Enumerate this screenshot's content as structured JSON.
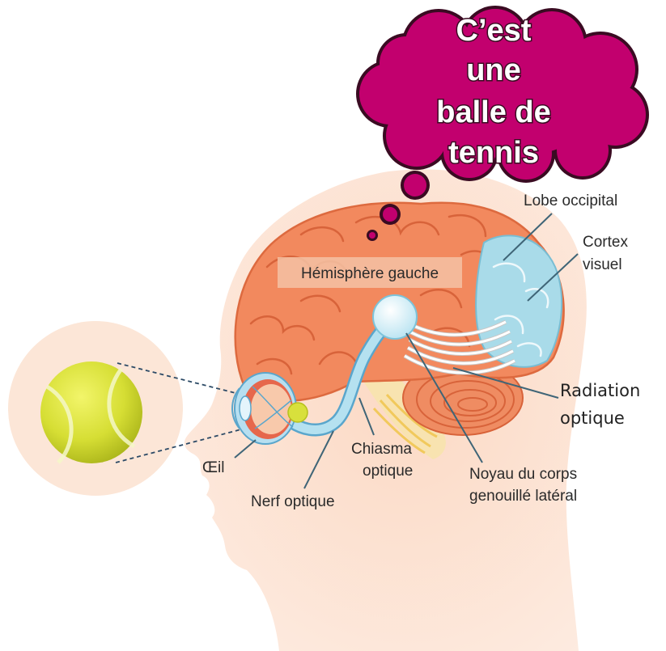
{
  "thought_bubble": {
    "lines": [
      "C’est",
      "une",
      "balle de",
      "tennis"
    ]
  },
  "labels": {
    "hemisphere": "Hémisphère gauche",
    "occipital_lobe": "Lobe occipital",
    "visual_cortex": [
      "Cortex",
      "visuel"
    ],
    "optic_radiation": [
      "Radiation",
      "optique"
    ],
    "optic_chiasm": [
      "Chiasma",
      "optique"
    ],
    "lateral_geniculate": [
      "Noyau du corps",
      "genouillé latéral"
    ],
    "eye": "Œil",
    "optic_nerve": "Nerf optique"
  },
  "icons": {
    "viewed_object": "tennis-ball-icon",
    "thought": "thought-bubble-icon"
  },
  "colors": {
    "head": "#fde4d5",
    "brain": "#f2895e",
    "occipital": "#a9dbe9",
    "thought_bubble": "#c2006e",
    "tennis_ball": "#d8e03a",
    "leader_lines": "#3f6577"
  }
}
